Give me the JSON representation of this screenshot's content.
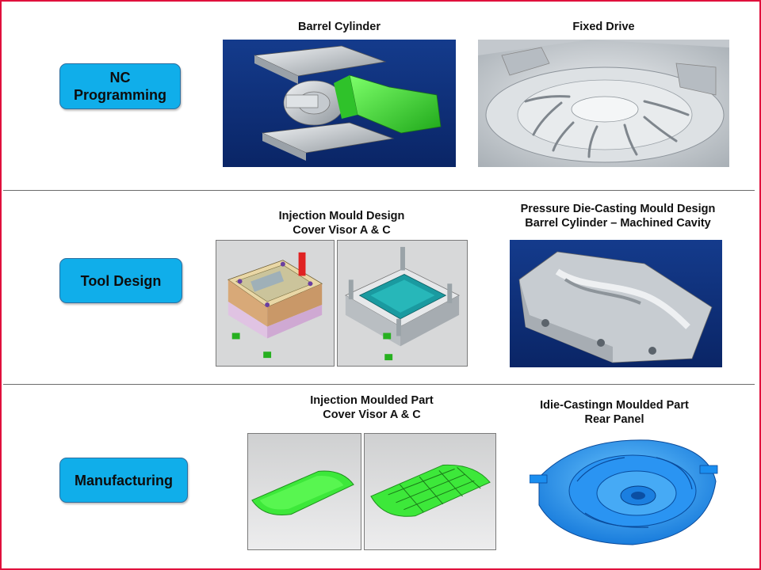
{
  "rows": {
    "nc": {
      "label": "NC Programming"
    },
    "tool": {
      "label": "Tool Design"
    },
    "mfg": {
      "label": "Manufacturing"
    }
  },
  "captions": {
    "barrel_cylinder": "Barrel Cylinder",
    "fixed_drive": "Fixed Drive",
    "injection_mould_line1": "Injection Mould Design",
    "injection_mould_line2": "Cover Visor A & C",
    "pdc_line1": "Pressure Die-Casting Mould Design",
    "pdc_line2": "Barrel Cylinder – Machined Cavity",
    "moulded_part_line1": "Injection Moulded Part",
    "moulded_part_line2": "Cover Visor A & C",
    "die_cast_line1": "Idie-Castingn Moulded Part",
    "die_cast_line2": "Rear Panel"
  },
  "colors": {
    "frame": "#e0103c",
    "pill_fill": "#10aeea",
    "pill_border": "#2d6fa0",
    "divider": "#6b6b6b",
    "cad_blue_bg": "#0f2f7a",
    "cad_gray_bg": "#d9dadb",
    "part_green": "#3de83a",
    "part_blue": "#0f8bff"
  }
}
